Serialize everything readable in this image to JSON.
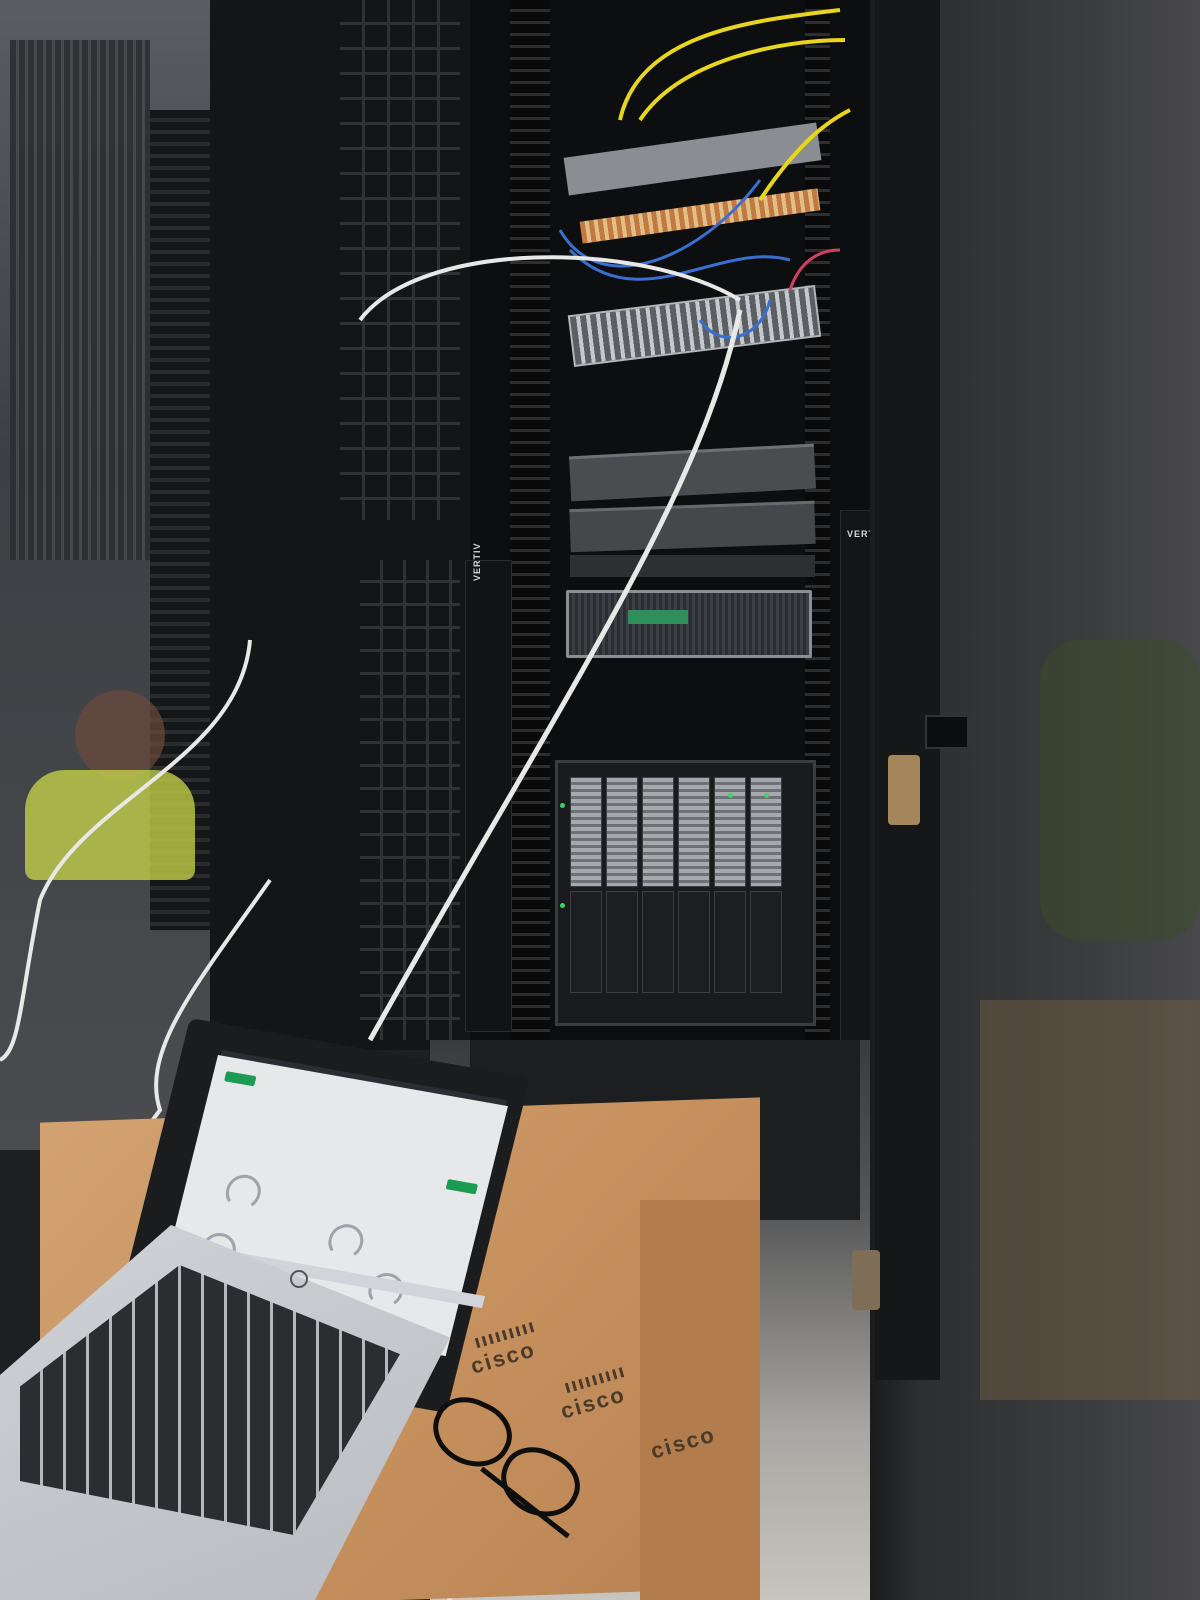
{
  "scene": {
    "rack_brand_labels": [
      "VERTIV",
      "VERTIV"
    ],
    "carton_logos": [
      "cisco",
      "cisco",
      "cisco"
    ],
    "colors": {
      "rack_black": "#0d0e0f",
      "carton_brown": "#c8925f",
      "cable_white": "#e8e8e6",
      "fiber_yellow": "#e7d51e",
      "cable_blue": "#3a6fd0",
      "status_green": "#3fd06a",
      "vest_yellow": "#c9d84a"
    }
  }
}
